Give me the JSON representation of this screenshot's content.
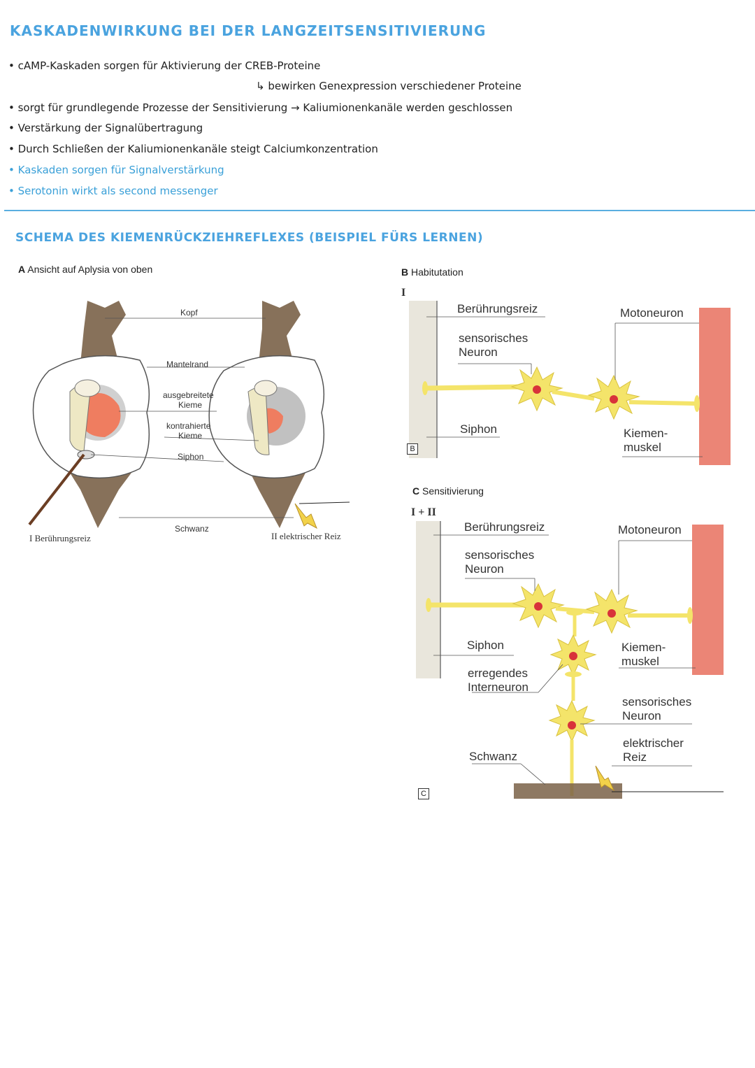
{
  "heading": "KASKADENWIRKUNG BEI DER LANGZEITSENSITIVIERUNG",
  "notes": [
    "• cAMP-Kaskaden sorgen für Aktivierung der CREB-Proteine",
    "↳ bewirken Genexpression verschiedener Proteine",
    "• sorgt für grundlegende Prozesse der Sensitivierung → Kaliumionenkanäle werden geschlossen",
    "• Verstärkung der Signalübertragung",
    "• Durch Schließen der Kaliumionenkanäle steigt Calciumkonzentration"
  ],
  "notes_blue": [
    "• Kaskaden sorgen für Signalverstärkung",
    "• Serotonin wirkt als second messenger"
  ],
  "subheading": "SCHEMA DES KIEMENRÜCKZIEHREFLEXES (BEISPIEL FÜRS LERNEN)",
  "panel_a": {
    "letter": "A",
    "title": "Ansicht auf Aplysia von oben",
    "labels": {
      "kopf": "Kopf",
      "mantelrand": "Mantelrand",
      "ausgebreitete": "ausgebreitete",
      "kieme1": "Kieme",
      "kontrahierte": "kontrahierte",
      "kieme2": "Kieme",
      "siphon": "Siphon",
      "schwanz": "Schwanz",
      "reiz1": "I Berührungsreiz",
      "reiz2": "II elektrischer Reiz"
    }
  },
  "panel_b": {
    "letter": "B",
    "title": "Habitutation",
    "roman": "I",
    "box": "B",
    "labels": {
      "reiz": "Berührungsreiz",
      "sens1": "sensorisches",
      "sens2": "Neuron",
      "siphon": "Siphon",
      "moto": "Motoneuron",
      "kiem1": "Kiemen-",
      "kiem2": "muskel"
    }
  },
  "panel_c": {
    "letter": "C",
    "title": "Sensitivierung",
    "roman": "I + II",
    "box": "C",
    "labels": {
      "reiz": "Berührungsreiz",
      "sens1": "sensorisches",
      "sens2": "Neuron",
      "siphon": "Siphon",
      "moto": "Motoneuron",
      "kiem1": "Kiemen-",
      "kiem2": "muskel",
      "inter1": "erregendes",
      "inter2": "Interneuron",
      "sensb1": "sensorisches",
      "sensb2": "Neuron",
      "elek1": "elektrischer",
      "elek2": "Reiz",
      "schwanz": "Schwanz"
    }
  },
  "colors": {
    "heading": "#4aa3df",
    "neuron": "#f4e46a",
    "nucleus": "#d8333a",
    "muscle": "#e8705e",
    "body": "#7a6248"
  }
}
